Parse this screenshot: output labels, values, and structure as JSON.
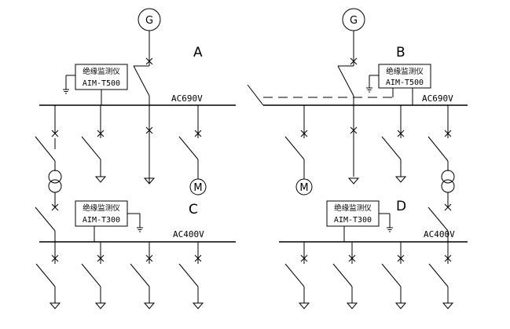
{
  "labels": {
    "section_a": "A",
    "section_b": "B",
    "section_c": "C",
    "section_d": "D"
  },
  "buses": {
    "a_voltage": "AC690V",
    "b_voltage": "AC690V",
    "c_voltage": "AC400V",
    "d_voltage": "AC400V"
  },
  "devices": {
    "a": {
      "name": "绝缘监测仪",
      "model": "AIM-T500"
    },
    "b": {
      "name": "绝缘监测仪",
      "model": "AIM-T500"
    },
    "c": {
      "name": "绝缘监测仪",
      "model": "AIM-T300"
    },
    "d": {
      "name": "绝缘监测仪",
      "model": "AIM-T300"
    }
  },
  "symbols": {
    "generator": "G",
    "motor": "M"
  }
}
